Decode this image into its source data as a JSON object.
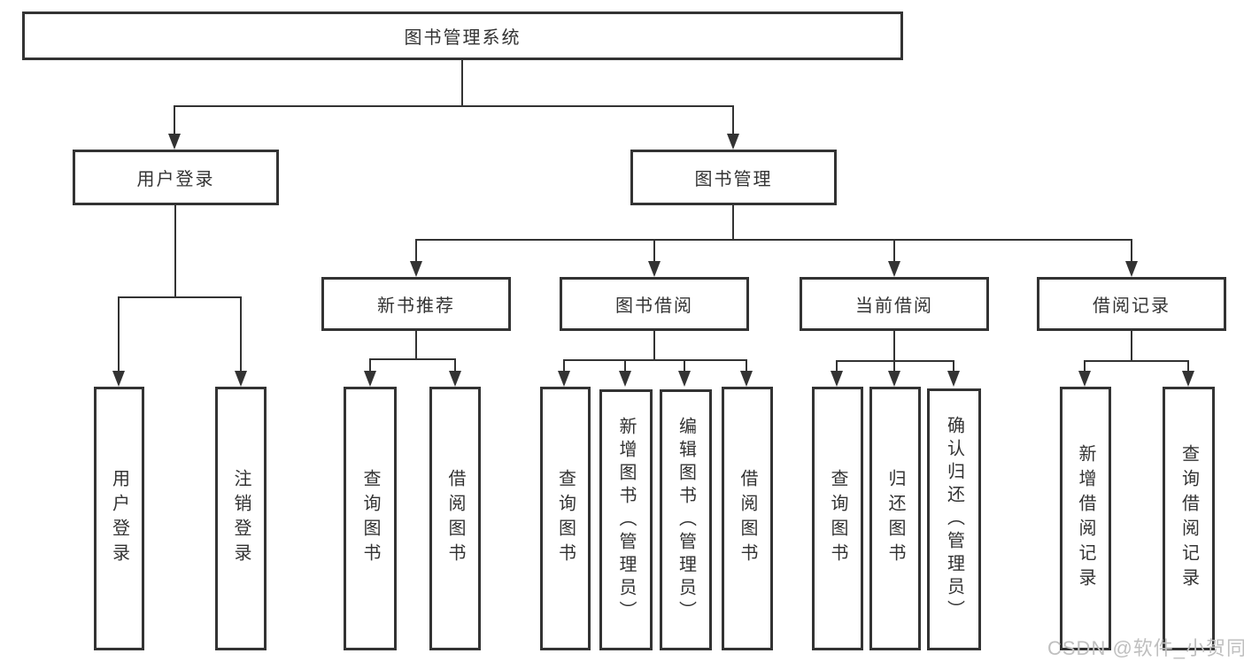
{
  "diagram_title": "图书管理系统",
  "tree": {
    "root": "图书管理系统",
    "branches": [
      {
        "label": "用户登录",
        "children": [
          "用户登录",
          "注销登录"
        ]
      },
      {
        "label": "图书管理",
        "children": [
          {
            "label": "新书推荐",
            "children": [
              "查询图书",
              "借阅图书"
            ]
          },
          {
            "label": "图书借阅",
            "children": [
              "查询图书",
              "新增图书（管理员）",
              "编辑图书（管理员）",
              "借阅图书"
            ]
          },
          {
            "label": "当前借阅",
            "children": [
              "查询图书",
              "归还图书",
              "确认归还（管理员）"
            ]
          },
          {
            "label": "借阅记录",
            "children": [
              "新增借阅记录",
              "查询借阅记录"
            ]
          }
        ]
      }
    ]
  },
  "watermark": {
    "text": "CSDN @软件_小贺同学"
  },
  "colors": {
    "line": "#333333",
    "text": "#333333",
    "box_background": "#ffffff",
    "page_background": "#ffffff",
    "watermark": "#bfbfbf"
  }
}
